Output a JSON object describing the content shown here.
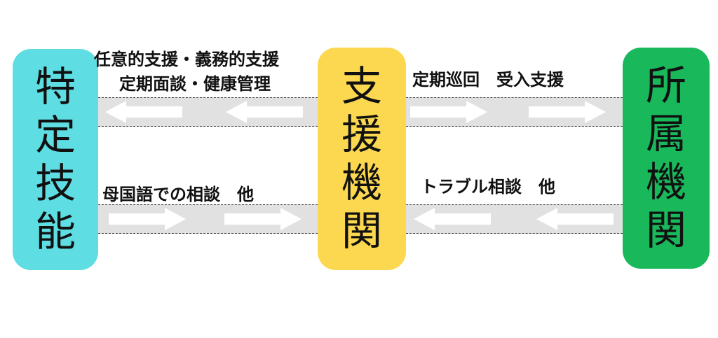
{
  "entities": {
    "left": {
      "label": "特定技能",
      "color": "#5edde3"
    },
    "center": {
      "label": "支援機関",
      "color": "#fbd84f"
    },
    "right": {
      "label": "所属機関",
      "color": "#19b85b"
    }
  },
  "flows": {
    "top_left": {
      "lines": [
        "任意的支援・義務的支援",
        "定期面談・健康管理"
      ]
    },
    "top_right": {
      "text": "定期巡回　受入支援"
    },
    "bottom_left": {
      "text": "母国語での相談　他"
    },
    "bottom_right": {
      "text": "トラブル相談　他"
    }
  }
}
